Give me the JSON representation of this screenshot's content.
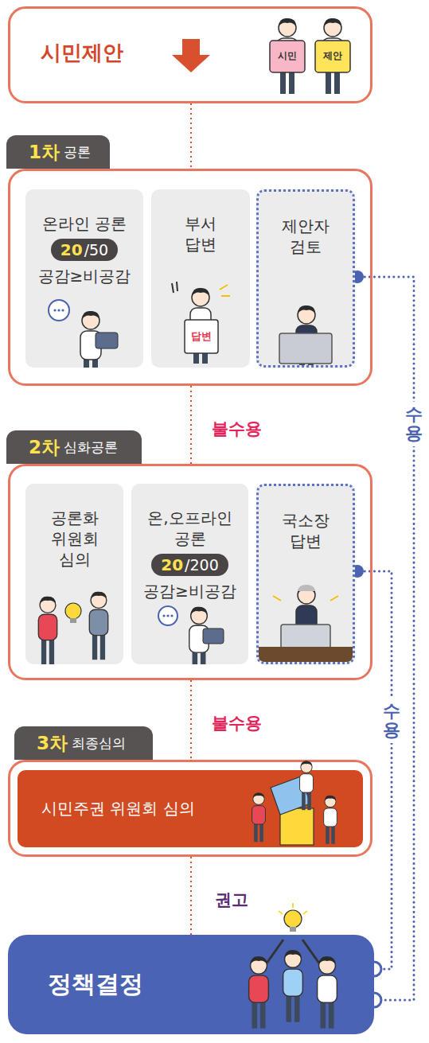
{
  "diagram": {
    "nodes": [
      {
        "text": [
          "시민제안"
        ]
      },
      {
        "text": [
          "1차",
          "공론"
        ]
      },
      {
        "text": [
          "온라인 공론",
          "20",
          "/50",
          "공감≥비공감"
        ],
        "in": 1
      },
      {
        "text": [
          "부서 답변"
        ],
        "in": 1
      },
      {
        "text": [
          "제안자 검토"
        ],
        "in": 1
      },
      {
        "text": [
          "2차",
          "심화공론"
        ]
      },
      {
        "text": [
          "공론화 위원회 심의"
        ],
        "in": 5
      },
      {
        "text": [
          "온,오프라인 공론",
          "20",
          "/200",
          "공감≥비공감"
        ],
        "in": 5
      },
      {
        "text": [
          "국소장 답변"
        ],
        "in": 5
      },
      {
        "text": [
          "3차",
          "최종심의"
        ]
      },
      {
        "text": [
          "시민주권 위원회 심의"
        ],
        "in": 9
      },
      {
        "text": [
          "정책결정"
        ]
      }
    ],
    "edges": [
      {
        "from": 0,
        "to": 1,
        "arrow": "none"
      },
      {
        "from": 1,
        "to": 5,
        "label": "불수용",
        "arrow": "none"
      },
      {
        "from": 5,
        "to": 9,
        "label": "불수용",
        "arrow": "none"
      },
      {
        "from": 9,
        "to": 11,
        "label": "권고",
        "arrow": "none"
      },
      {
        "from": 4,
        "to": 11,
        "label": "수용",
        "arrow": "none"
      },
      {
        "from": 8,
        "to": 11,
        "label": "수용",
        "arrow": "none"
      }
    ],
    "labels": [
      "시민",
      "제안",
      "답변"
    ]
  }
}
